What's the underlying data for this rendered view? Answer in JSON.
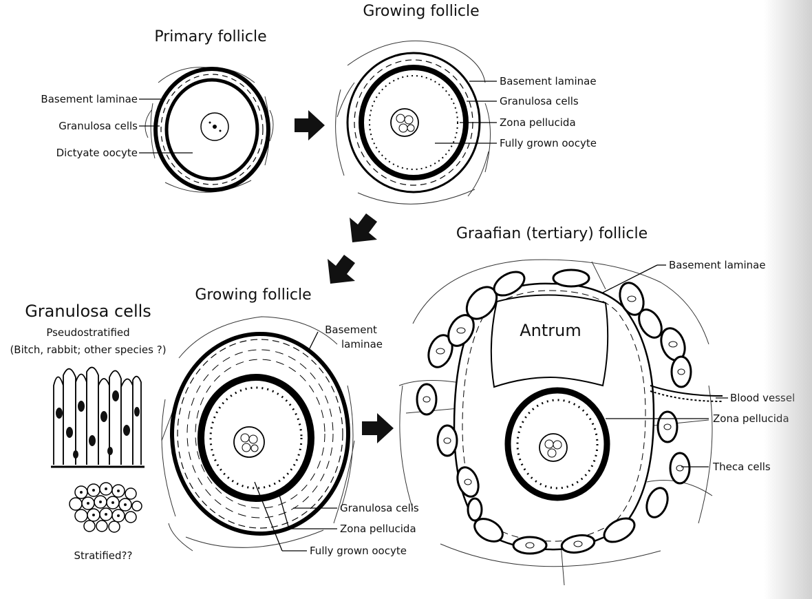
{
  "titles": {
    "primary": "Primary follicle",
    "growing_top": "Growing follicle",
    "growing_bottom": "Growing follicle",
    "graafian": "Graafian (tertiary) follicle",
    "granulosa_panel": "Granulosa cells"
  },
  "primary_labels": {
    "basement": "Basement laminae",
    "granulosa": "Granulosa cells",
    "oocyte": "Dictyate oocyte"
  },
  "growing_top_labels": {
    "basement": "Basement laminae",
    "granulosa": "Granulosa cells",
    "zona": "Zona pellucida",
    "oocyte": "Fully grown oocyte"
  },
  "granulosa_panel": {
    "pseudo": "Pseudostratified",
    "species": "(Bitch, rabbit; other species ?)",
    "stratified": "Stratified??"
  },
  "growing_bottom_labels": {
    "basement_1": "Basement",
    "basement_2": "laminae",
    "granulosa": "Granulosa cells",
    "zona": "Zona pellucida",
    "oocyte": "Fully grown oocyte"
  },
  "graafian_labels": {
    "antrum": "Antrum",
    "basement": "Basement laminae",
    "vessel": "Blood vessel",
    "zona": "Zona pellucida",
    "theca": "Theca cells"
  },
  "colors": {
    "ink": "#111111",
    "paper": "#ffffff"
  }
}
